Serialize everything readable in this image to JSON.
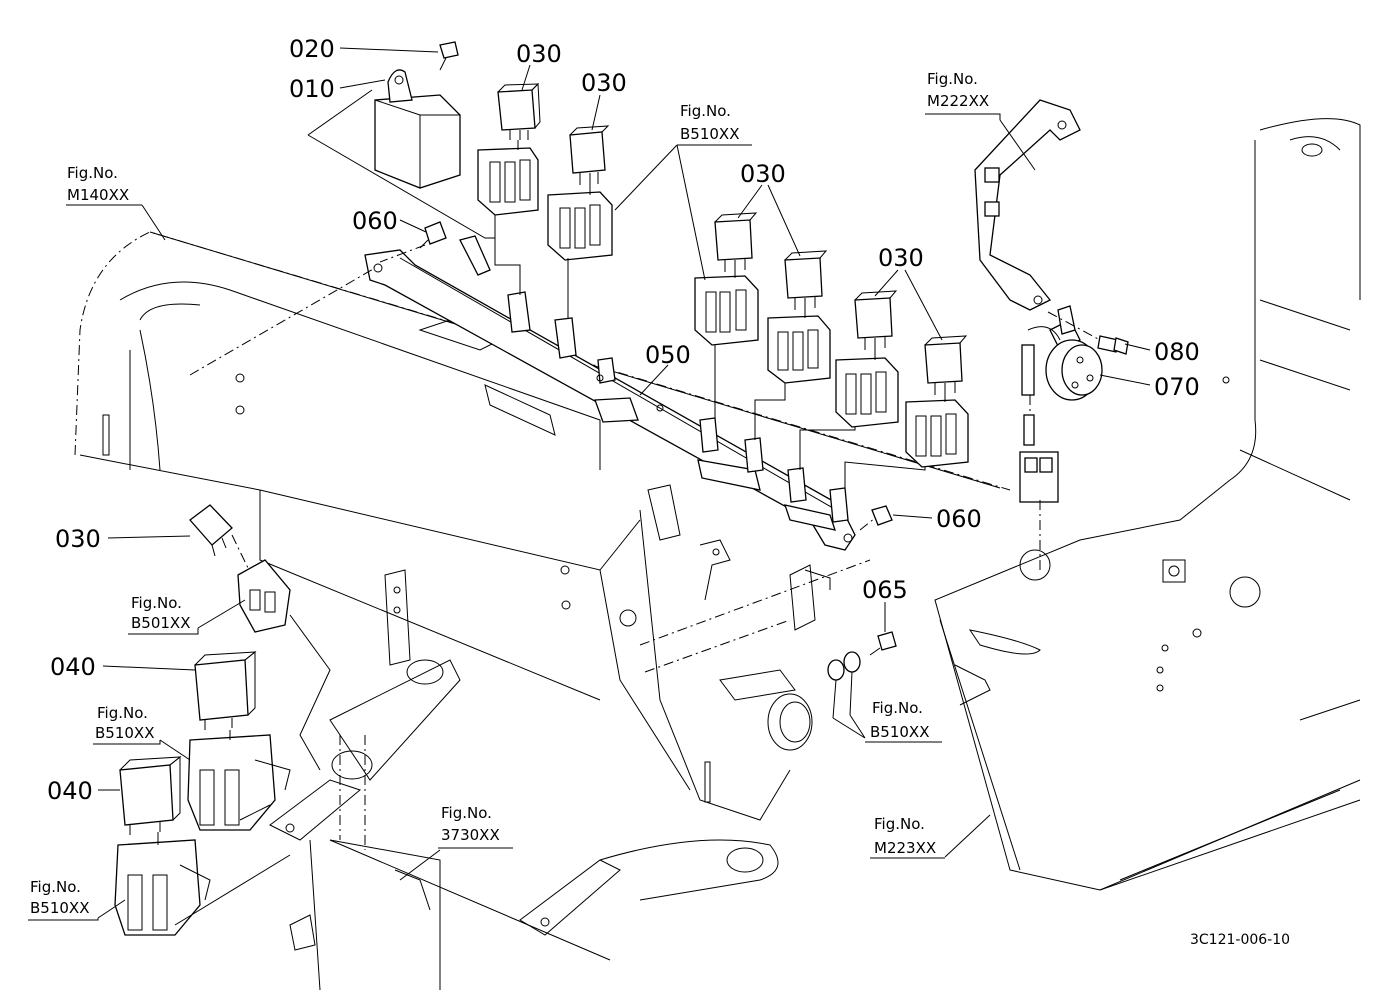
{
  "diagram_code": "3C121-006-10",
  "callouts": {
    "c020": "020",
    "c010": "010",
    "c030a": "030",
    "c030b": "030",
    "c030c": "030",
    "c030d": "030",
    "c030e": "030",
    "c060a": "060",
    "c060b": "060",
    "c050": "050",
    "c065": "065",
    "c070": "070",
    "c080": "080",
    "c040a": "040",
    "c040b": "040"
  },
  "figure_refs": {
    "m140": {
      "label": "Fig.No.",
      "code": "M140XX"
    },
    "b510_top": {
      "label": "Fig.No.",
      "code": "B510XX"
    },
    "m222": {
      "label": "Fig.No.",
      "code": "M222XX"
    },
    "b501": {
      "label": "Fig.No.",
      "code": "B501XX"
    },
    "b510_mid": {
      "label": "Fig.No.",
      "code": "B510XX"
    },
    "b510_right": {
      "label": "Fig.No.",
      "code": "B510XX"
    },
    "b510_bottom": {
      "label": "Fig.No.",
      "code": "B510XX"
    },
    "f3730": {
      "label": "Fig.No.",
      "code": "3730XX"
    },
    "m223": {
      "label": "Fig.No.",
      "code": "M223XX"
    }
  }
}
